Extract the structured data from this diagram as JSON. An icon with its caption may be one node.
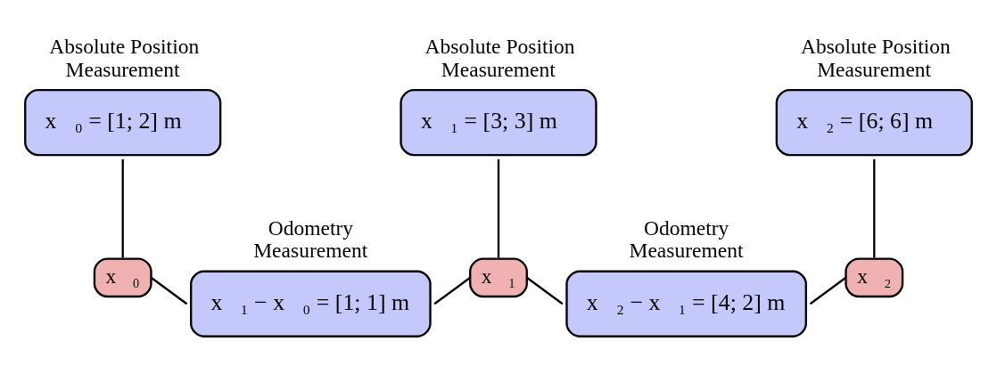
{
  "diagram": {
    "nodes": [
      {
        "text": [
          "Absolute Position Measurement",
          "x⃗₀ = [1; 2] m"
        ]
      },
      {
        "text": [
          "Absolute Position Measurement",
          "x⃗₁ = [3; 3] m"
        ]
      },
      {
        "text": [
          "Absolute Position Measurement",
          "x⃗₂ = [6; 6] m"
        ]
      },
      {
        "text": [
          "x⃗₀"
        ]
      },
      {
        "text": [
          "Odometry Measurement",
          "x⃗₁ − x⃗₀ = [1; 1] m"
        ]
      },
      {
        "text": [
          "x⃗₁"
        ]
      },
      {
        "text": [
          "Odometry Measurement",
          "x⃗₂ − x⃗₁ = [4; 2] m"
        ]
      },
      {
        "text": [
          "x⃗₂"
        ]
      }
    ],
    "edges": [
      {
        "from": 0,
        "to": 3,
        "arrow": "none"
      },
      {
        "from": 1,
        "to": 5,
        "arrow": "none"
      },
      {
        "from": 2,
        "to": 7,
        "arrow": "none"
      },
      {
        "from": 3,
        "to": 4,
        "arrow": "none"
      },
      {
        "from": 4,
        "to": 5,
        "arrow": "none"
      },
      {
        "from": 5,
        "to": 6,
        "arrow": "none"
      },
      {
        "from": 6,
        "to": 7,
        "arrow": "none"
      }
    ]
  }
}
